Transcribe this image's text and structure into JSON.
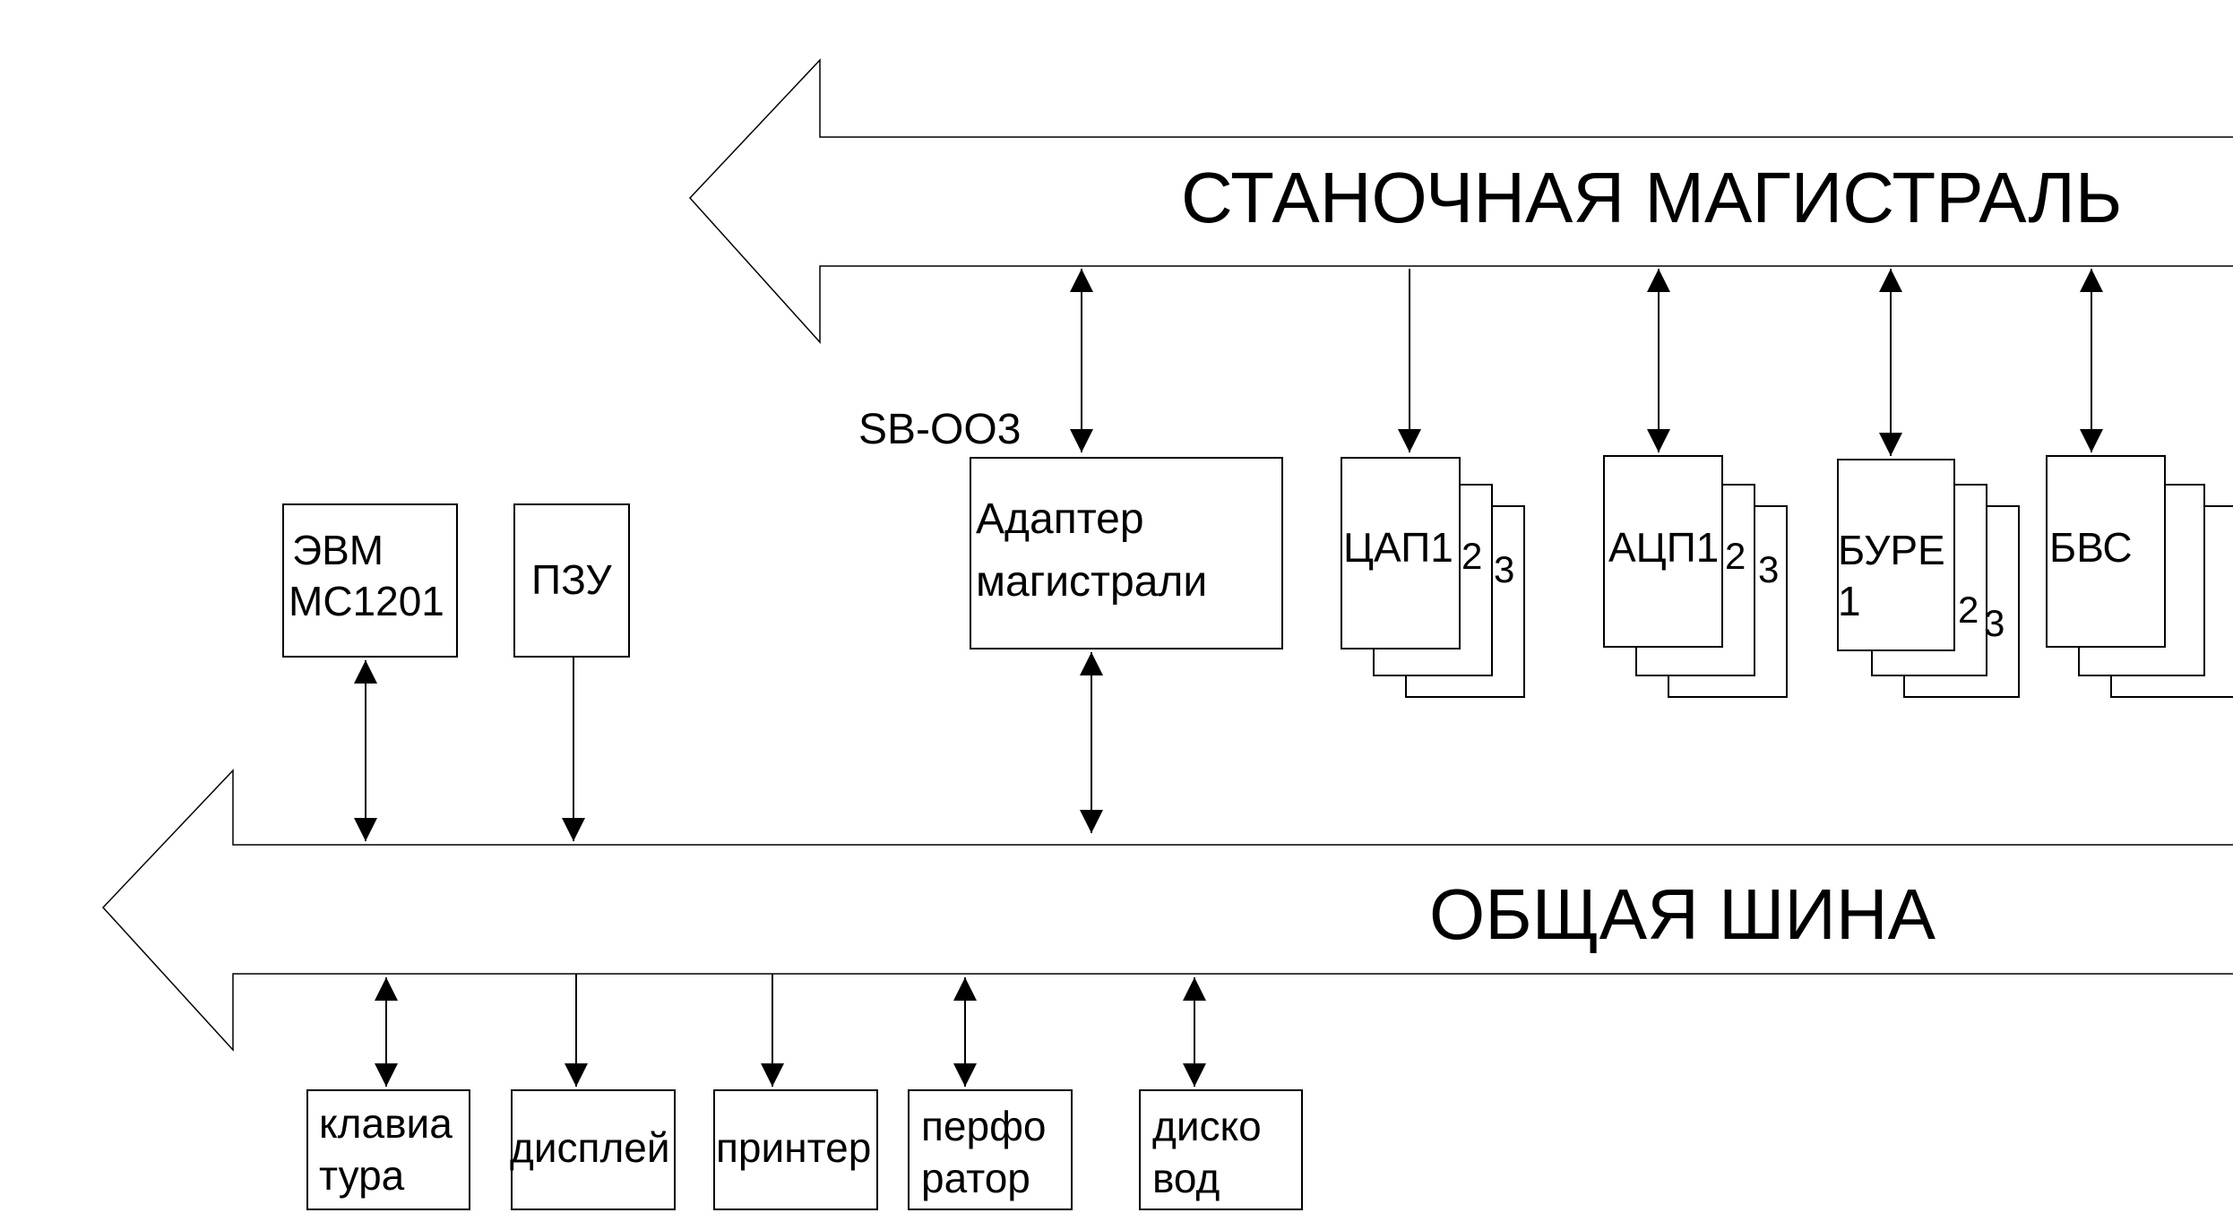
{
  "buses": {
    "machine": "СТАНОЧНАЯ МАГИСТРАЛЬ",
    "common": "ОБЩАЯ ШИНА"
  },
  "adapter": {
    "tag": "SB-OO3",
    "line1": "Адаптер",
    "line2": "магистрали"
  },
  "computer": {
    "line1": "ЭВМ",
    "line2": "МС1201"
  },
  "rom": {
    "label": "ПЗУ"
  },
  "dac": {
    "label": "ЦАП1",
    "n2": "2",
    "n3": "3"
  },
  "adc": {
    "label": "АЦП1",
    "n2": "2",
    "n3": "3"
  },
  "bure": {
    "line1": "БУРЕ",
    "line2": "1",
    "n2": "2",
    "n3": "3"
  },
  "bvs": {
    "label": "БВС"
  },
  "peripherals": {
    "keyboard": {
      "line1": "клавиа",
      "line2": "тура"
    },
    "display": {
      "label": "дисплей"
    },
    "printer": {
      "label": "принтер"
    },
    "puncher": {
      "line1": "перфо",
      "line2": "ратор"
    },
    "diskdrive": {
      "line1": "диско",
      "line2": "вод"
    }
  }
}
